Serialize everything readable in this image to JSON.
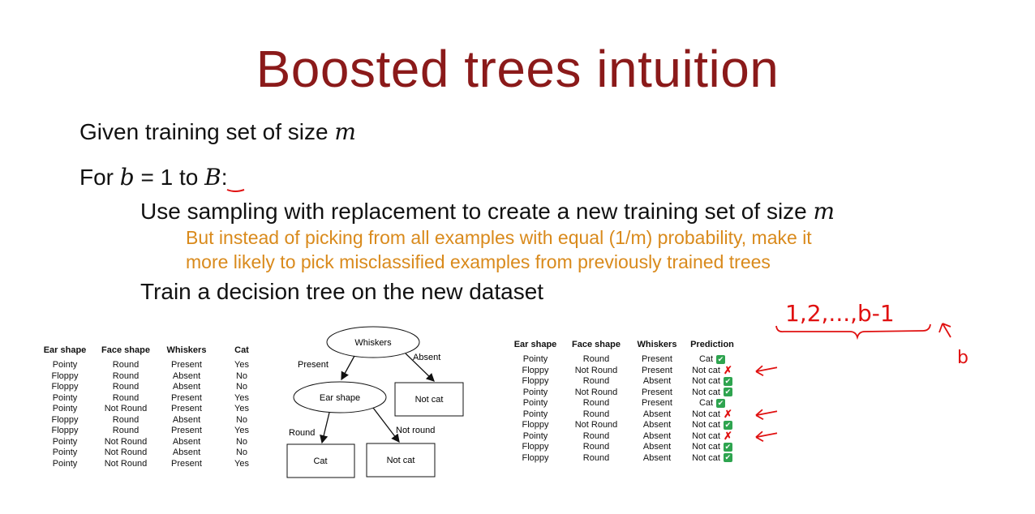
{
  "title": "Boosted trees intuition",
  "lines": {
    "given_prefix": "Given training set of size ",
    "given_var": "m",
    "for_prefix": "For ",
    "for_var_b": "b",
    "for_mid": " = 1 to ",
    "for_var_B": "B",
    "for_suffix": ":",
    "use_text": "Use sampling with replacement to create a new training set of size ",
    "use_var": "m",
    "orange_1": "But instead of picking from all examples with equal (1/m) probability, make it",
    "orange_2": "more likely to pick misclassified examples from previously trained trees",
    "train_text": "Train a decision tree on the new dataset"
  },
  "annotations": {
    "sequence": "1,2,...,b-1",
    "b_label": "b"
  },
  "left_table": {
    "headers": [
      "Ear shape",
      "Face shape",
      "Whiskers",
      "Cat"
    ],
    "rows": [
      [
        "Pointy",
        "Round",
        "Present",
        "Yes"
      ],
      [
        "Floppy",
        "Round",
        "Absent",
        "No"
      ],
      [
        "Floppy",
        "Round",
        "Absent",
        "No"
      ],
      [
        "Pointy",
        "Round",
        "Present",
        "Yes"
      ],
      [
        "Pointy",
        "Not Round",
        "Present",
        "Yes"
      ],
      [
        "Floppy",
        "Round",
        "Absent",
        "No"
      ],
      [
        "Floppy",
        "Round",
        "Present",
        "Yes"
      ],
      [
        "Pointy",
        "Not Round",
        "Absent",
        "No"
      ],
      [
        "Pointy",
        "Not Round",
        "Absent",
        "No"
      ],
      [
        "Pointy",
        "Not Round",
        "Present",
        "Yes"
      ]
    ]
  },
  "tree": {
    "root": "Whiskers",
    "edge_present": "Present",
    "edge_absent": "Absent",
    "node_ear": "Ear shape",
    "leaf_not_cat_right": "Not cat",
    "edge_round": "Round",
    "edge_not_round": "Not round",
    "leaf_cat": "Cat",
    "leaf_not_cat_bottom": "Not cat"
  },
  "right_table": {
    "headers": [
      "Ear shape",
      "Face shape",
      "Whiskers",
      "Prediction"
    ],
    "rows": [
      [
        "Pointy",
        "Round",
        "Present",
        "Cat",
        "correct"
      ],
      [
        "Floppy",
        "Not Round",
        "Present",
        "Not cat",
        "wrong"
      ],
      [
        "Floppy",
        "Round",
        "Absent",
        "Not cat",
        "correct"
      ],
      [
        "Pointy",
        "Not Round",
        "Present",
        "Not cat",
        "correct"
      ],
      [
        "Pointy",
        "Round",
        "Present",
        "Cat",
        "correct"
      ],
      [
        "Pointy",
        "Round",
        "Absent",
        "Not cat",
        "wrong"
      ],
      [
        "Floppy",
        "Not Round",
        "Absent",
        "Not cat",
        "correct"
      ],
      [
        "Pointy",
        "Round",
        "Absent",
        "Not cat",
        "wrong"
      ],
      [
        "Floppy",
        "Round",
        "Absent",
        "Not cat",
        "correct"
      ],
      [
        "Floppy",
        "Round",
        "Absent",
        "Not cat",
        "correct"
      ]
    ]
  },
  "colors": {
    "title": "#8b1a1a",
    "highlight": "#d98a1c",
    "annotation": "#e01010",
    "correct": "#2ea44f"
  }
}
